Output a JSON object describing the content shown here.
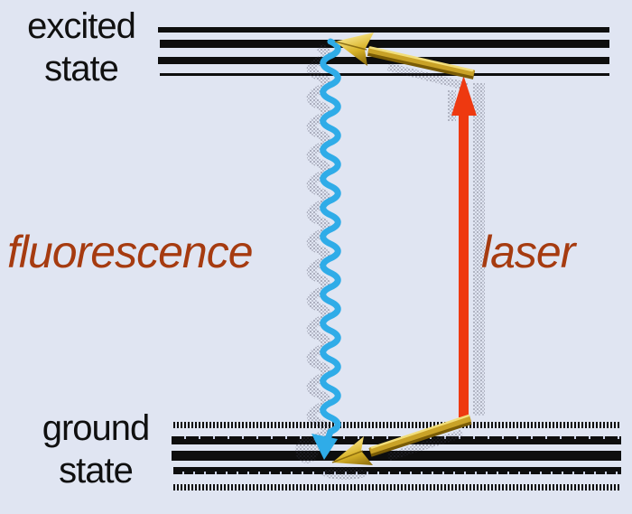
{
  "labels": {
    "excited_state": [
      "excited",
      "state"
    ],
    "ground_state": [
      "ground",
      "state"
    ],
    "fluorescence": "fluorescence",
    "laser": "laser"
  },
  "colors": {
    "background": "#E0E5F2",
    "level_line": "#0E0E0E",
    "label_text": "#101010",
    "annotation_text": "#A63B10",
    "laser_arrow": "#EE3910",
    "fluorescence_arrow": "#2FACE8",
    "gold_arrow": "#C9A227",
    "gold_highlight": "#F2DE7A",
    "gold_dark": "#7A5C06"
  },
  "diagram": {
    "type": "energy-level-diagram",
    "levels": [
      {
        "label": "excited state",
        "sublevel_lines": 4
      },
      {
        "label": "ground state",
        "sublevel_lines": 5
      }
    ],
    "arrows": [
      {
        "name": "laser",
        "style": "straight",
        "direction": "up",
        "color_key": "laser_arrow"
      },
      {
        "name": "fluorescence",
        "style": "wavy",
        "direction": "down",
        "color_key": "fluorescence_arrow"
      },
      {
        "name": "relaxation-excited",
        "style": "3d-gold",
        "direction": "up-left",
        "color_key": "gold_arrow"
      },
      {
        "name": "relaxation-ground",
        "style": "3d-gold",
        "direction": "down-left",
        "color_key": "gold_arrow"
      }
    ]
  }
}
